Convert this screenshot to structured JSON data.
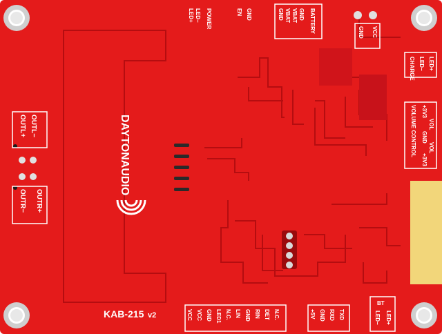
{
  "board": {
    "name": "KAB-215",
    "revision": "v2",
    "brand": "DAYTONAUDIO",
    "colors": {
      "pcb": "#e41b1b",
      "trace": "#c40f12",
      "silk": "#ffffff",
      "pad": "#d9d9d9",
      "gold": "#f2d67a"
    }
  },
  "labels": {
    "out_l_minus": "OUTL−",
    "out_l_plus": "OUTL+",
    "out_r_minus": "OUTR−",
    "out_r_plus": "OUTR+",
    "led_plus": "LED+",
    "led_minus": "LED−",
    "power": "POWER",
    "en": "EN",
    "gnd": "GND",
    "vbat1": "VBAT",
    "vbat2": "VBAT",
    "gnd2": "GND",
    "gnd3": "GND",
    "battery": "BATTERY",
    "vcc_top": "VCC",
    "gnd_top": "GND",
    "charge": "CHARGE",
    "charge_led_minus": "LED−",
    "charge_led_plus": "LED+",
    "volume_control": "VOLUME CONTROL",
    "vc_3v3_top": "+3V3",
    "vc_vol1": "VOL",
    "vc_gnd": "GND",
    "vc_vol2": "VOL",
    "vc_3v3_bot": "+3V3",
    "bt": "BT",
    "bt_led_minus": "LED−",
    "bt_led_plus": "LED+",
    "bottom_pins": [
      "VCC",
      "VCC",
      "GND",
      "LED1",
      "N.C.",
      "LIN",
      "GND",
      "RIN",
      "DET",
      "N.C."
    ],
    "uart_pins": [
      "+5V",
      "GND",
      "RXD",
      "TXD"
    ]
  }
}
